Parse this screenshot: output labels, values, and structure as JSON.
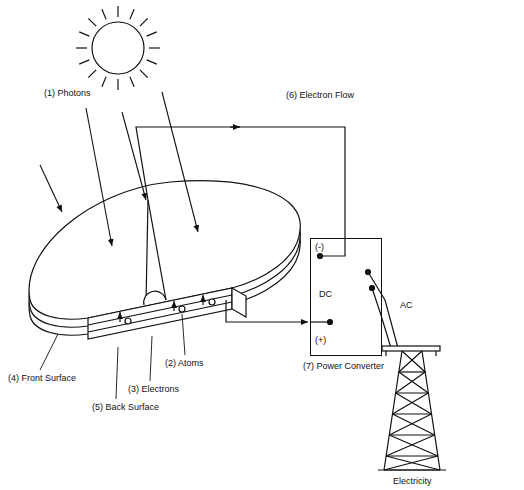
{
  "diagram": {
    "nodes": [
      {
        "text": [
          "(-)",
          "DC",
          "(+)",
          "(7) Power Converter"
        ]
      }
    ],
    "labels": [
      "(1) Photons",
      "(2) Atoms",
      "(3) Electrons",
      "(4) Front Surface",
      "(5) Back Surface",
      "(6) Electron Flow",
      "AC",
      "Electricity"
    ]
  }
}
